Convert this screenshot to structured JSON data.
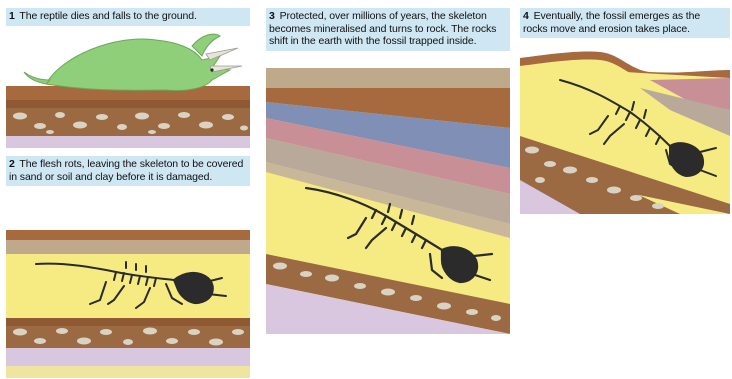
{
  "steps": [
    {
      "number": "1",
      "text": "The reptile dies and falls to the ground."
    },
    {
      "number": "2",
      "text": "The flesh rots, leaving the skeleton to be covered in sand or soil and clay before it is damaged."
    },
    {
      "number": "3",
      "text": "Protected, over millions of years, the skeleton becomes mineralised and turns to rock. The rocks shift in the earth with the fossil trapped inside."
    },
    {
      "number": "4",
      "text": "Eventually, the fossil emerges as the rocks move and erosion takes place."
    }
  ],
  "colors": {
    "caption_bg": "#cfe6f3",
    "topsoil": "#a66a3e",
    "clay": "#bfa98b",
    "sand": "#f6ea82",
    "gravel_bed": "#9b6a43",
    "pebble": "#d9d3c3",
    "lilac": "#d9c7e0",
    "blue_rock": "#7f8fb5",
    "rose_rock": "#c98f97",
    "grey_rock": "#b9a99a",
    "dino_green": "#8fcf7a",
    "fossil": "#2b2b2b"
  }
}
